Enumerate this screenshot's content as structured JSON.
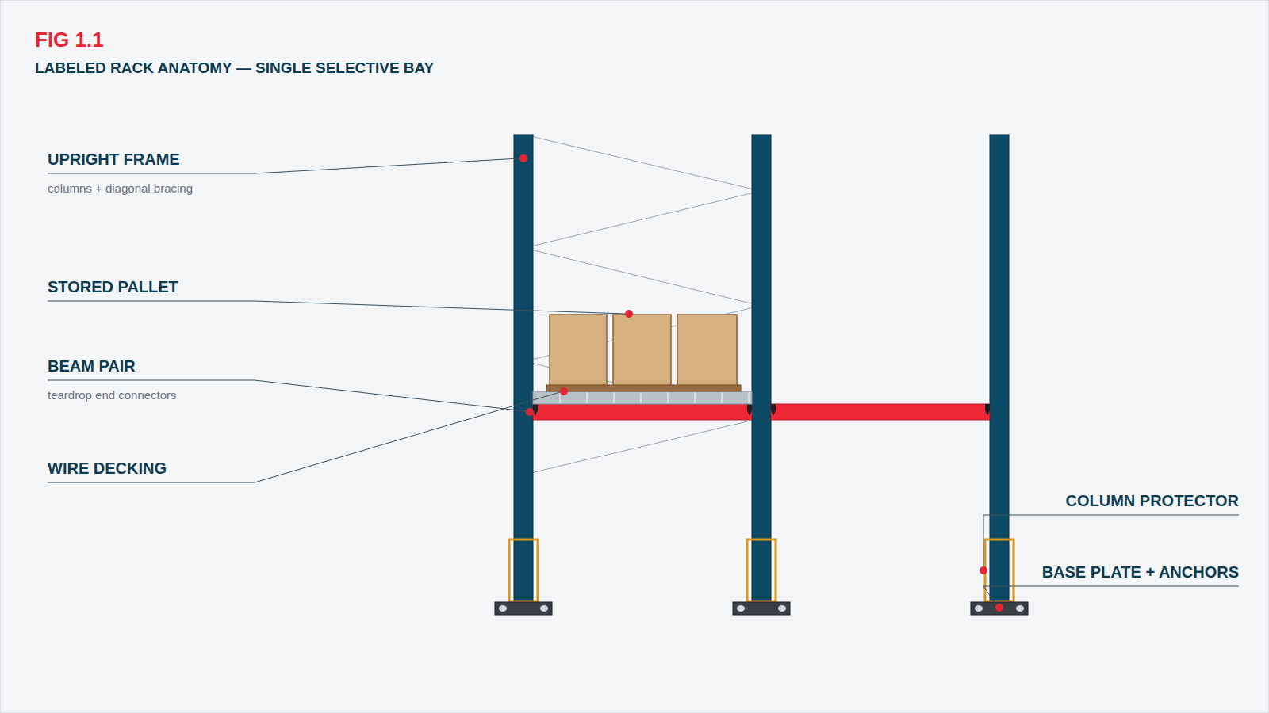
{
  "diagram": {
    "title": "LABELED RACK ANATOMY — SINGLE SELECTIVE BAY",
    "labels": [
      "FIG 1.1",
      "UPRIGHT FRAME",
      "columns + diagonal bracing",
      "STORED PALLET",
      "BEAM PAIR",
      "teardrop end connectors",
      "WIRE DECKING",
      "COLUMN PROTECTOR",
      "BASE PLATE + ANCHORS"
    ]
  }
}
